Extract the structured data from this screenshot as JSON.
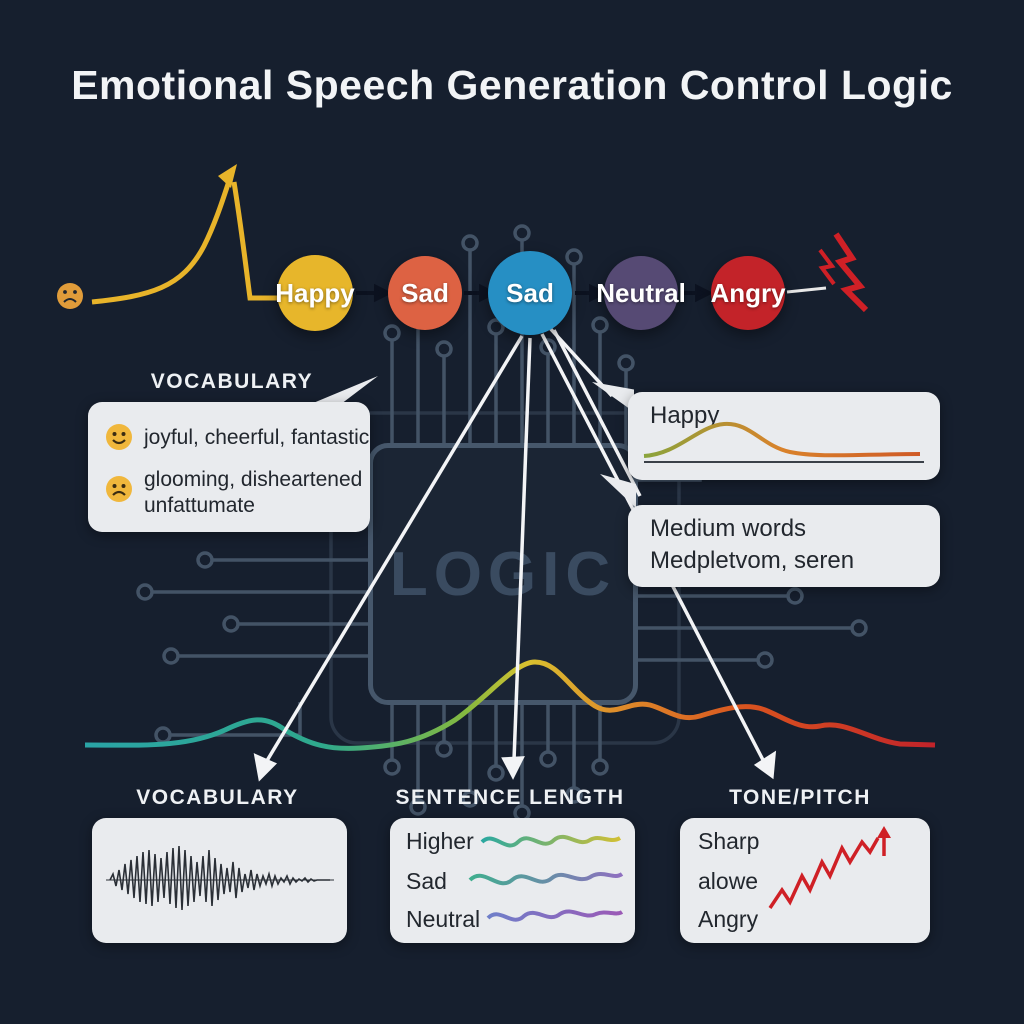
{
  "title": "Emotional Speech Generation Control Logic",
  "emotions": [
    {
      "label": "Happy",
      "color": "#e7b62b"
    },
    {
      "label": "Sad",
      "color": "#dd6243"
    },
    {
      "label": "Sad",
      "color": "#268fc4"
    },
    {
      "label": "Neutral",
      "color": "#564a74"
    },
    {
      "label": "Angry",
      "color": "#c32329"
    }
  ],
  "vocabulary_bubble": {
    "heading": "VOCABULARY",
    "happy_words": "joyful, cheerful, fantastic",
    "sad_words_line1": "glooming, disheartened",
    "sad_words_line2": "unfattumate"
  },
  "chip": {
    "label": "LOGIC"
  },
  "happy_panel": {
    "label": "Happy"
  },
  "medium_panel": {
    "line1": "Medium words",
    "line2": "Medpletvom, seren"
  },
  "bottom": {
    "vocabulary": {
      "heading": "VOCABULARY"
    },
    "sentence_length": {
      "heading": "SENTENCE LENGTH",
      "rows": [
        {
          "label": "Higher"
        },
        {
          "label": "Sad"
        },
        {
          "label": "Neutral"
        }
      ]
    },
    "tone_pitch": {
      "heading": "TONE/PITCH",
      "rows": [
        {
          "label": "Sharp"
        },
        {
          "label": "alowe"
        },
        {
          "label": "Angry"
        }
      ]
    }
  },
  "colors": {
    "background": "#161f2e",
    "panel": "#e9ebee",
    "circuit": "#55677c",
    "arrow_white": "#f3f4f6",
    "accent_yellow": "#e8b42a",
    "accent_red": "#cf2026",
    "chip_text": "#3a4b60"
  }
}
